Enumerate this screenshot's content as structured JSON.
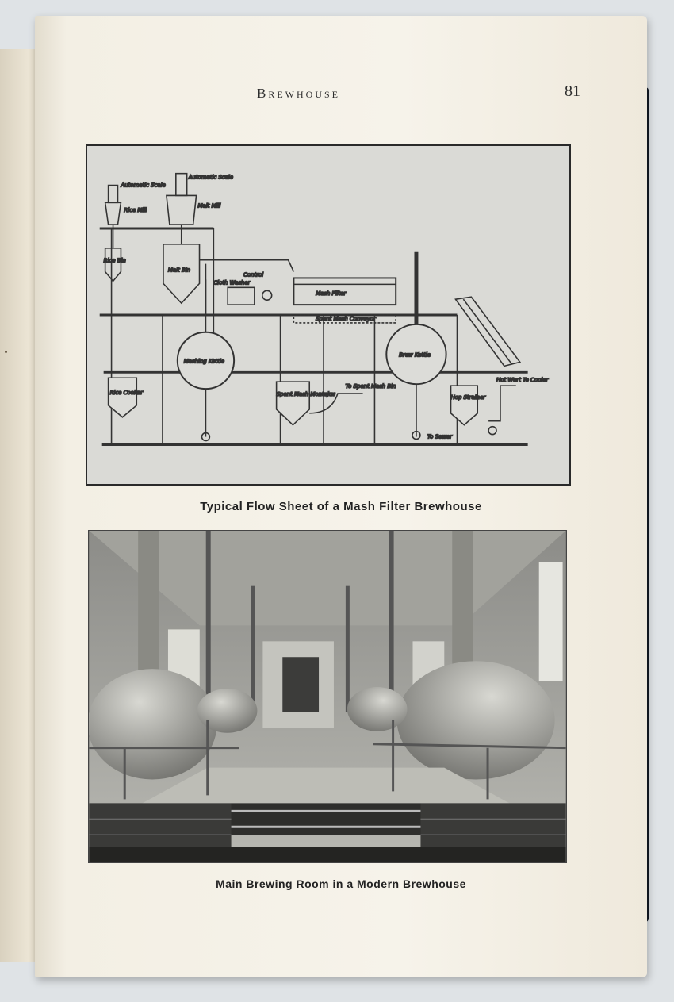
{
  "header": {
    "title": "Brewhouse",
    "page_number": "81"
  },
  "figure1": {
    "caption": "Typical Flow Sheet of a Mash Filter Brewhouse",
    "labels": {
      "automatic_scale_1": "Automatic Scale",
      "rice_mill": "Rice Mill",
      "rice_bin": "Rice Bin",
      "automatic_scale_2": "Automatic Scale",
      "malt_mill": "Malt Mill",
      "malt_bin": "Malt Bin",
      "cloth_washer": "Cloth Washer",
      "control": "Control",
      "mash_filter": "Mash Filter",
      "spent_mash_conveyor": "Spent Mash Conveyor",
      "mashing_kettle": "Mashing Kettle",
      "brew_kettle": "Brew Kettle",
      "rice_cooker": "Rice Cooker",
      "spent_mash_montejus": "Spent Mash Montejus",
      "to_spent_mash_bin": "To Spent Mash Bin",
      "hop_strainer": "Hop Strainer",
      "hot_wort_to_cooler": "Hot Wort To Cooler",
      "to_sewer": "To Sewer"
    }
  },
  "figure2": {
    "caption": "Main Brewing Room in a Modern Brewhouse"
  }
}
